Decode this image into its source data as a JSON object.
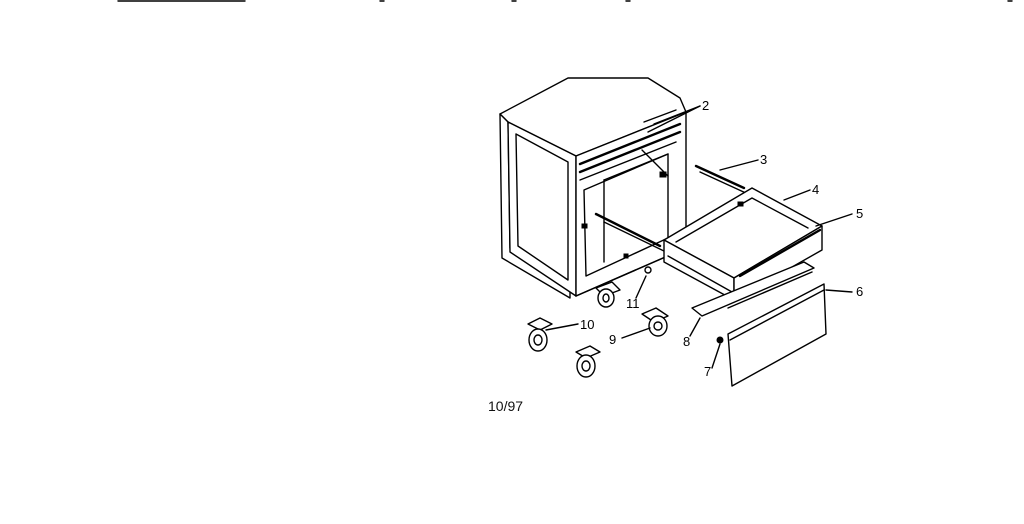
{
  "diagram": {
    "date_code": "10/97",
    "callouts": {
      "c2": "2",
      "c3": "3",
      "c4": "4",
      "c5": "5",
      "c6": "6",
      "c7": "7",
      "c8": "8",
      "c9": "9",
      "c10": "10",
      "c11": "11"
    }
  }
}
